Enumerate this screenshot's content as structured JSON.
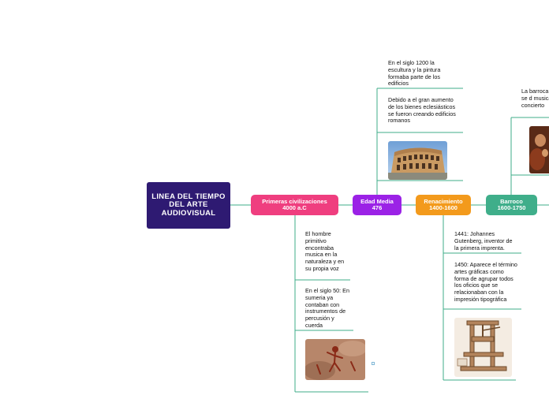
{
  "root": {
    "title": "LINEA DEL TIEMPO DEL ARTE AUDIOVISUAL"
  },
  "periods": {
    "primeras": {
      "title": "Primeras civilizaciones",
      "date": "4000 a.C"
    },
    "media": {
      "title": "Edad Media",
      "date": "476"
    },
    "renacimiento": {
      "title": "Renacimiento",
      "date": "1400-1600"
    },
    "barroco": {
      "title": "Barroco",
      "date": "1600-1750"
    }
  },
  "notes": {
    "media_1": "En el siglo 1200 la escultura y la pintura formaba parte de los edificios",
    "media_2": "Debido a el gran aumento de los bienes eclesiásticos se fueron creando edificios romanos",
    "primeras_1": "El hombre primitivo encontraba musica en la naturaleza y en su propia voz",
    "primeras_2": "En el siglo 50: En sumeria ya contaban con instrumentos de percusión y cuerda",
    "ren_1": "1441: Johannes Gutenberg, inventor de la primera imprenta.",
    "ren_2": "1450: Aparece el término artes gráficas como forma de agrupar todos los oficios que se relacionaban con la impresión tipográfica",
    "barroco_1": "La barroca la que se d musicales el concierto"
  },
  "images": {
    "media": "coliseum-photo",
    "primeras": "cave-painting-photo",
    "renacimiento": "printing-press-photo",
    "barroco": "baroque-painting-photo"
  },
  "colors": {
    "root": "#2e1a72",
    "primeras": "#ef3e7f",
    "media": "#9b22e6",
    "renacimiento": "#f39a1c",
    "barroco": "#3fae8a",
    "connector": "#3fae8a"
  }
}
